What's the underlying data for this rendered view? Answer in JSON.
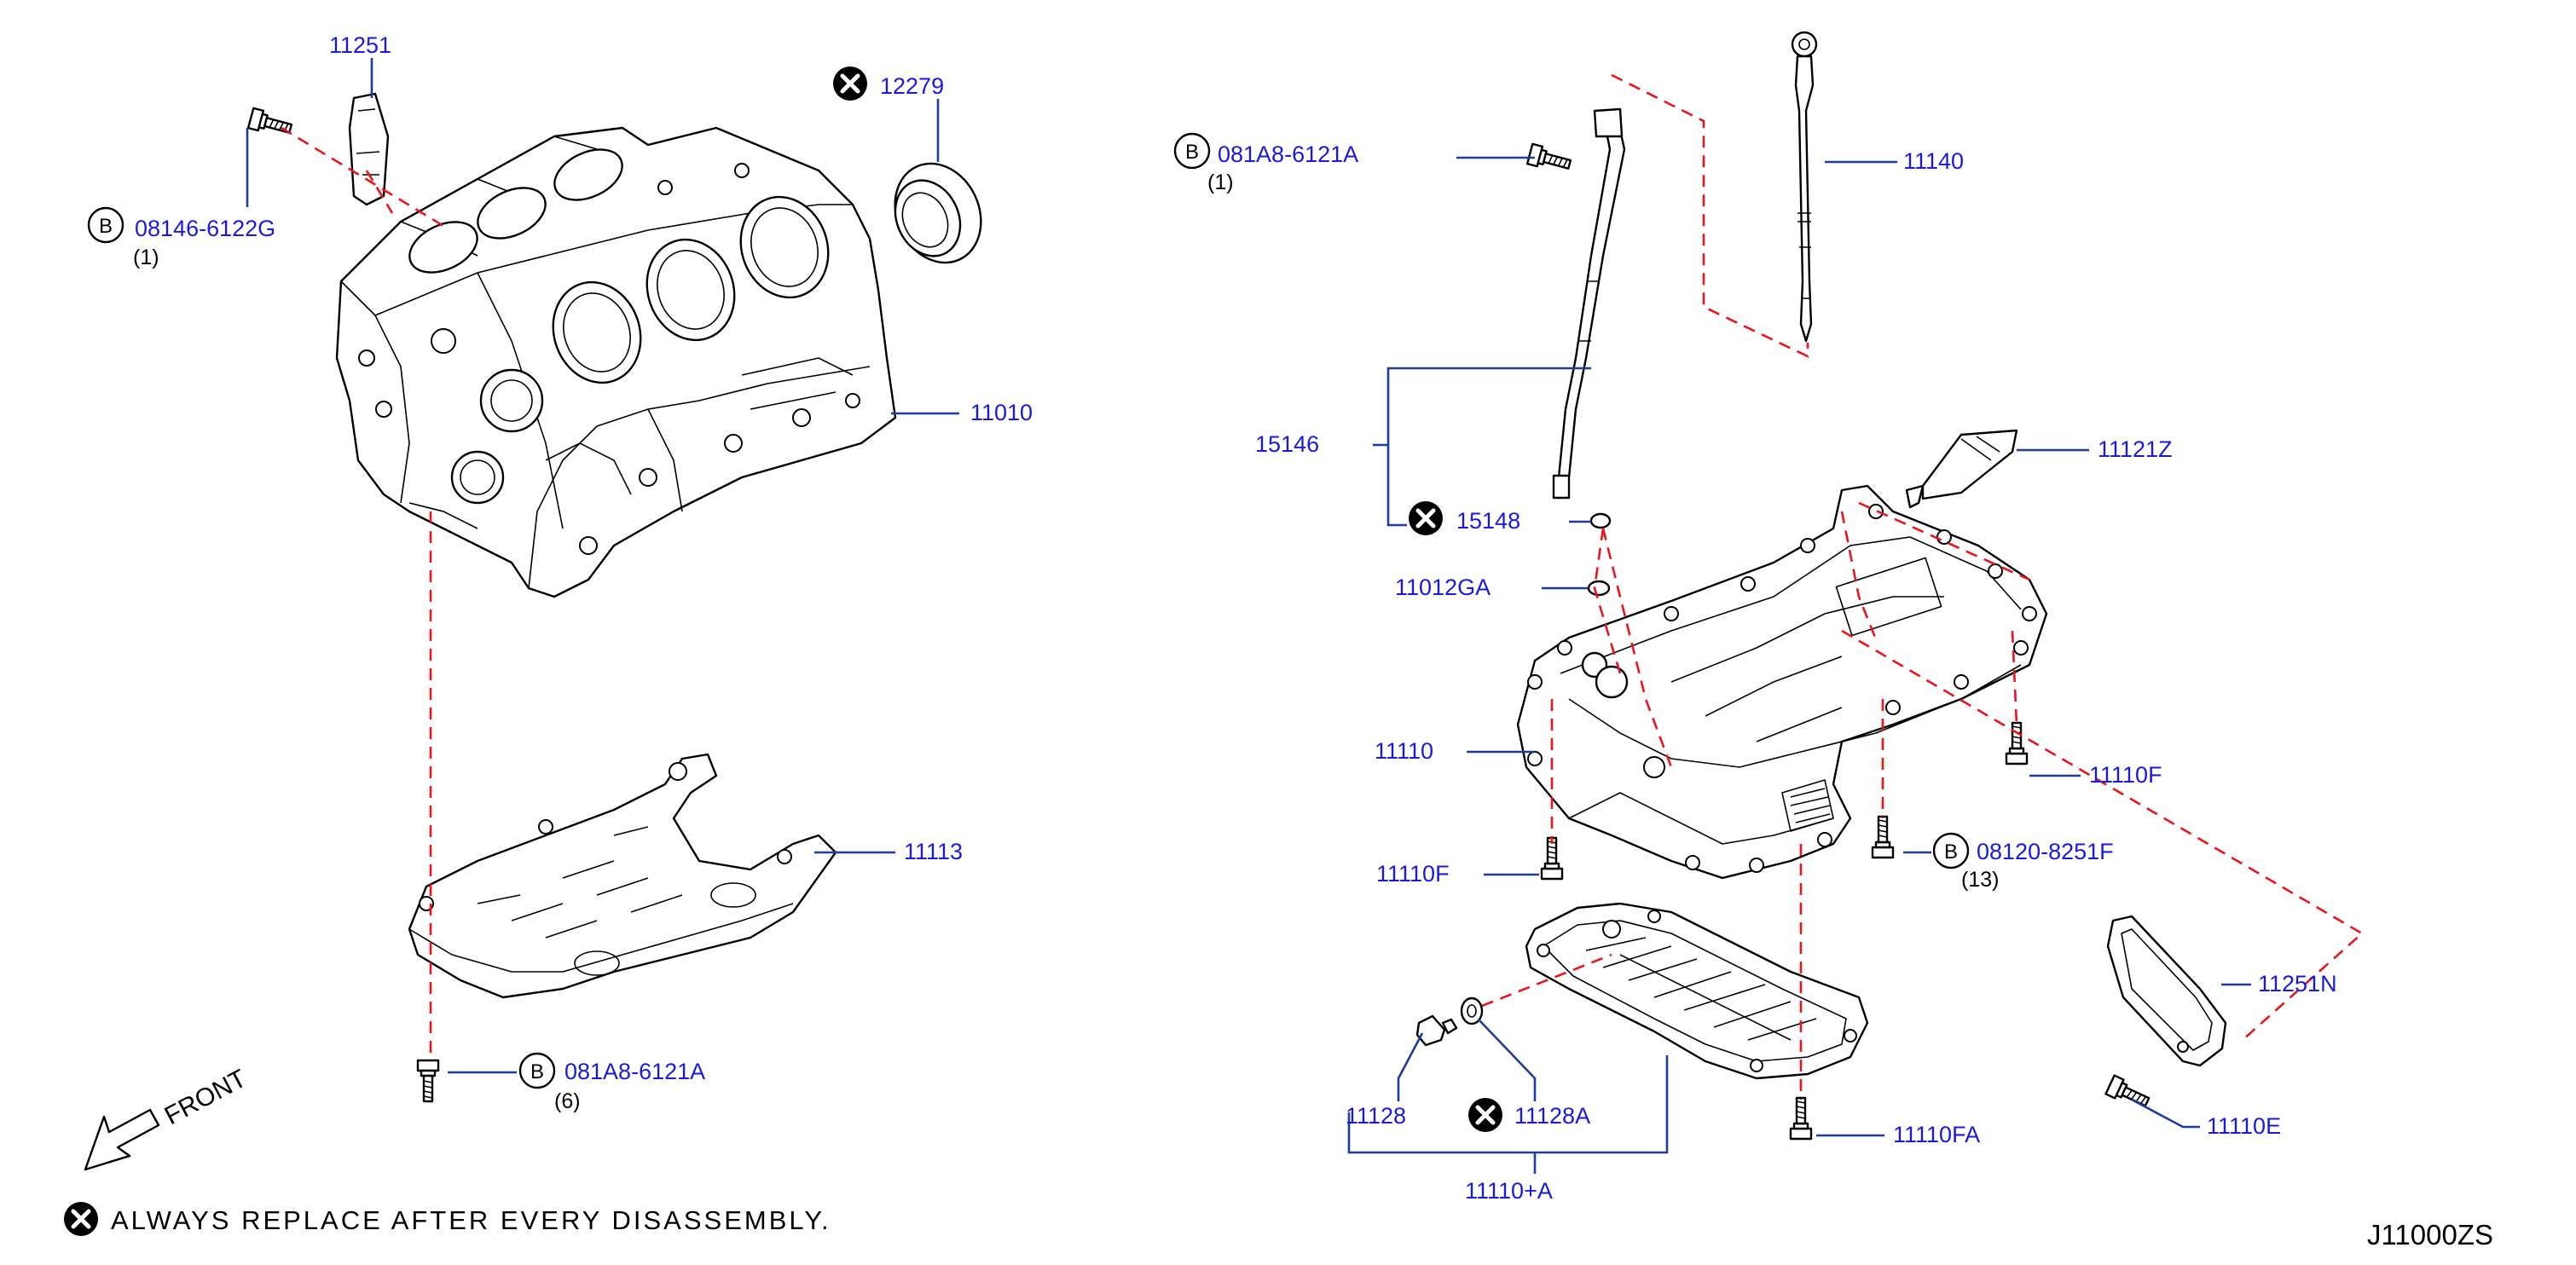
{
  "diagram": {
    "parts": {
      "p11251": "11251",
      "p12279": "12279",
      "p08146": "08146-6122G",
      "p08146_qty": "(1)",
      "p11010": "11010",
      "p11113": "11113",
      "p081A8_left": "081A8-6121A",
      "p081A8_left_qty": "(6)",
      "p081A8_top": "081A8-6121A",
      "p081A8_top_qty": "(1)",
      "p11140": "11140",
      "p15146": "15146",
      "p15148": "15148",
      "p11121Z": "11121Z",
      "p11012GA": "11012GA",
      "p11110": "11110",
      "p11110F_right": "11110F",
      "p11110F_left": "11110F",
      "p08120": "08120-8251F",
      "p08120_qty": "(13)",
      "p11251N": "11251N",
      "p11128": "11128",
      "p11128A": "11128A",
      "p11110E": "11110E",
      "p11110FA": "11110FA",
      "p11110A": "11110+A"
    },
    "bolt_marker": "B",
    "front_label": "FRONT",
    "note": "ALWAYS REPLACE AFTER EVERY DISASSEMBLY.",
    "diagram_code": "J11000ZS",
    "colors": {
      "label": "#1a1adc",
      "leader": "#1d3c9c",
      "dashed_line": "#e8161c",
      "outline": "#000000"
    },
    "icons": [
      "replace-always-icon",
      "bolt-b-marker-icon",
      "front-arrow-icon"
    ]
  }
}
